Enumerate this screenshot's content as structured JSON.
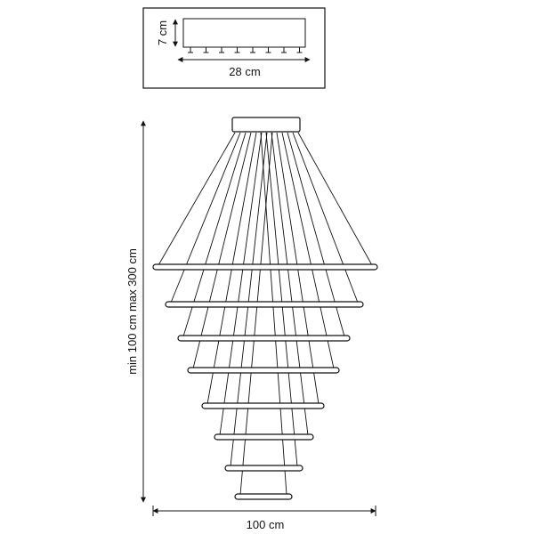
{
  "canopy_detail": {
    "height_label": "7 cm",
    "width_label": "28 cm",
    "pin_count": 8
  },
  "main_view": {
    "height_label": "min 100 cm max 300 cm",
    "width_label": "100 cm",
    "ring_count": 8
  }
}
